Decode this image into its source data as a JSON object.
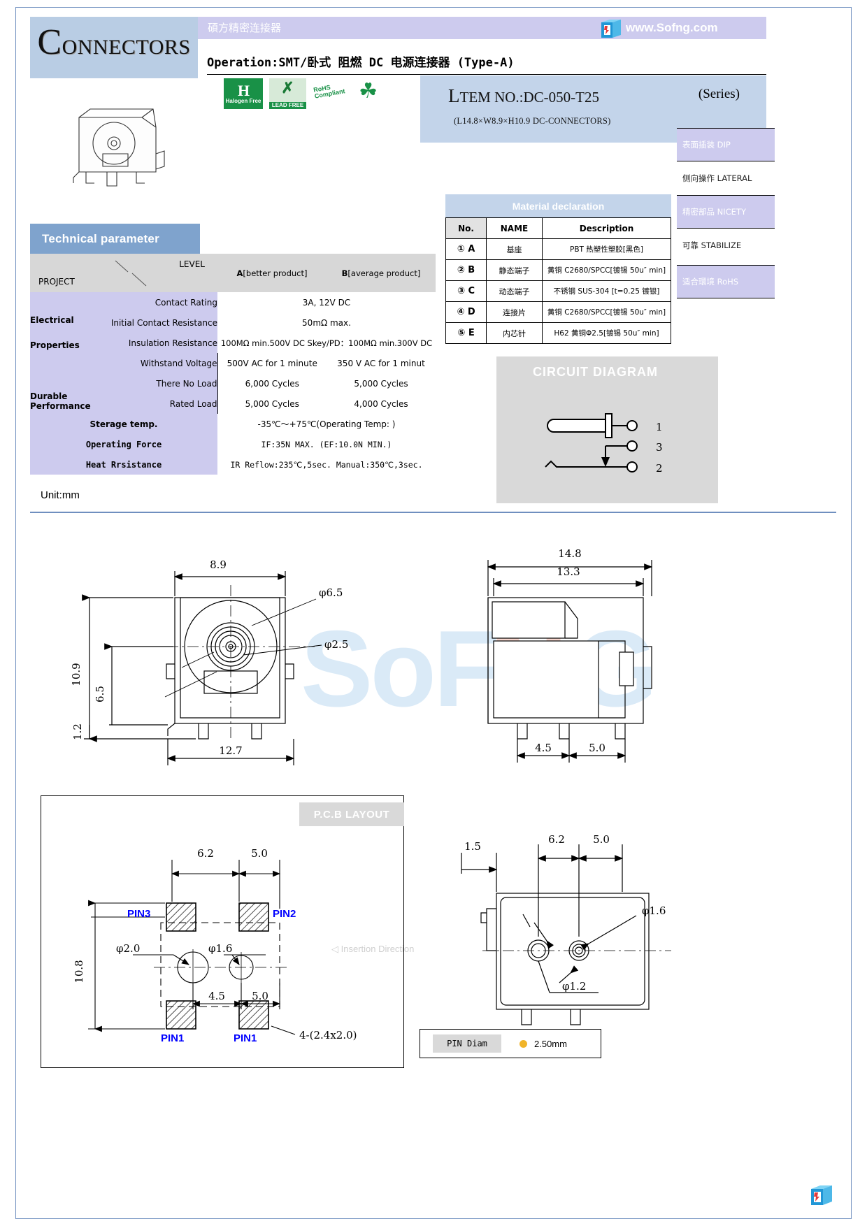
{
  "header": {
    "logo_cap": "C",
    "logo_rest": "ONNECTORS",
    "brand_cn": "碩方精密连接器",
    "site_url": "www.Sofng.com",
    "operation_line": "Operation:SMT/卧式  阻燃  DC 电源连接器 (Type-A)",
    "cert_hf_big": "H",
    "cert_hf_label": "Halogen Free",
    "cert_lead_x": "✗",
    "cert_lead_label": "LEAD FREE",
    "cert_rohs_line1": "RoHS",
    "cert_rohs_line2": "Compliant",
    "item_no_cap": "L",
    "item_no_rest": "TEM NO.:DC-050-T25",
    "series": "(Series)",
    "item_sub": "(L14.8×W8.9×H10.9   DC-CONNECTORS)"
  },
  "features": [
    {
      "label": "表面插装 DIP",
      "shaded": true
    },
    {
      "label": "侧向操作 LATERAL",
      "shaded": false
    },
    {
      "label": "精密部品 NICETY",
      "shaded": true
    },
    {
      "label": "可靠 STABILIZE",
      "shaded": false
    },
    {
      "label": "适合環境 RoHS",
      "shaded": true
    }
  ],
  "technical": {
    "title": "Technical parameter",
    "head_level": "LEVEL",
    "head_project": "PROJECT",
    "col_a_bold": "A",
    "col_a_rest": "[better product]",
    "col_b_bold": "B",
    "col_b_rest": "[average product]",
    "groups": {
      "electrical_line1": "Electrical",
      "electrical_line2": "Properties",
      "durable": "Durable Performance"
    },
    "rows": [
      {
        "sub": "Contact Rating",
        "span": true,
        "value": "3A, 12V DC"
      },
      {
        "sub": "Initial Contact Resistance",
        "span": true,
        "value": "50mΩ max."
      },
      {
        "sub": "Insulation Resistance",
        "span": true,
        "value": "100MΩ min.500V DC   Skey/PD：100MΩ min.300V DC"
      },
      {
        "sub": "Withstand Voltage",
        "span": false,
        "a": "500V AC for 1 minute",
        "b": "350 V AC for 1 minut"
      },
      {
        "sub": "There No Load",
        "span": false,
        "a": "6,000 Cycles",
        "b": "5,000 Cycles"
      },
      {
        "sub": "Rated Load",
        "span": false,
        "a": "5,000 Cycles",
        "b": "4,000 Cycles"
      }
    ],
    "bottom_rows": [
      {
        "label": "Sterage temp.",
        "value": "-35℃～+75℃(Operating Temp:                    )"
      },
      {
        "label": "Operating Force",
        "value": "IF:35N MAX. (EF:10.0N MIN.)"
      },
      {
        "label": "Heat Rrsistance",
        "value": "IR Reflow:235℃,5sec.  Manual:350℃,3sec."
      }
    ],
    "unit": "Unit:mm"
  },
  "material": {
    "title": "Material declaration",
    "columns": [
      "No.",
      "NAME",
      "Description"
    ],
    "rows": [
      {
        "no": "① A",
        "name": "基座",
        "desc": "PBT 热塑性塑胶[黑色]"
      },
      {
        "no": "② B",
        "name": "静态端子",
        "desc": "黄铜 C2680/SPCC[镀锡 50u″ min]"
      },
      {
        "no": "③ C",
        "name": "动态端子",
        "desc": "不锈钢 SUS-304 [t=0.25 镀银]"
      },
      {
        "no": "④ D",
        "name": "连接片",
        "desc": "黄铜 C2680/SPCC[镀锡 50u″ min]"
      },
      {
        "no": "⑤ E",
        "name": "内芯针",
        "desc": "H62 黄铜Φ2.5[镀锡 50u″ min]"
      }
    ]
  },
  "circuit": {
    "title": "CIRCUIT DIAGRAM",
    "pins": [
      "1",
      "3",
      "2"
    ]
  },
  "drawings": {
    "front_view": {
      "width": "8.9",
      "height": "10.9",
      "inner_height": "6.5",
      "foot": "1.2",
      "base_width": "12.7",
      "hole_outer": "φ6.5",
      "hole_inner": "φ2.5"
    },
    "side_view": {
      "length": "14.8",
      "body_length": "13.3",
      "pitch_a": "4.5",
      "pitch_b": "5.0"
    },
    "pcb_layout": {
      "title": "P.C.B LAYOUT",
      "dim_top_a": "6.2",
      "dim_top_b": "5.0",
      "dim_height": "10.8",
      "dim_mid_a": "4.5",
      "dim_mid_b": "5.0",
      "hole_a": "φ2.0",
      "hole_b": "φ1.6",
      "pads_note": "4-(2.4x2.0)",
      "pin_labels": [
        "PIN3",
        "PIN2",
        "PIN1",
        "PIN1"
      ],
      "insertion": "◁ Insertion Direction"
    },
    "bottom_view": {
      "dim_left": "1.5",
      "dim_a": "6.2",
      "dim_b": "5.0",
      "hole_a": "φ1.6",
      "hole_b": "φ1.2"
    }
  },
  "pin_diam": {
    "label": "PIN Diam",
    "value": "2.50mm",
    "dot_color": "#f0b429"
  },
  "colors": {
    "header_blue": "#b9cde4",
    "brand_purple": "#cdcbee",
    "title_blue": "#7fa3cd",
    "gray": "#d9d9d9",
    "pin_blue": "#0000ff"
  }
}
